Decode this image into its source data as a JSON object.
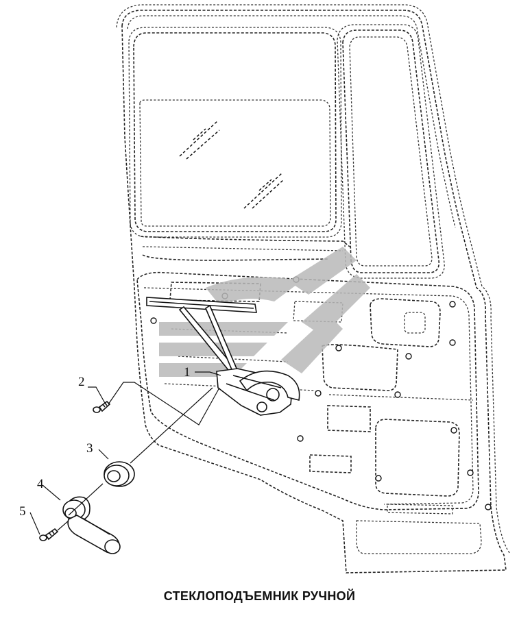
{
  "title": "СТЕКЛОПОДЪЕМНИК РУЧНОЙ",
  "callouts": [
    {
      "id": "1",
      "label": "1"
    },
    {
      "id": "2",
      "label": "2"
    },
    {
      "id": "3",
      "label": "3"
    },
    {
      "id": "4",
      "label": "4"
    },
    {
      "id": "5",
      "label": "5"
    }
  ],
  "colors": {
    "line": "#111111",
    "watermark": "#b9b9b9",
    "background": "#ffffff"
  },
  "watermark": "brand-logo-watermark"
}
